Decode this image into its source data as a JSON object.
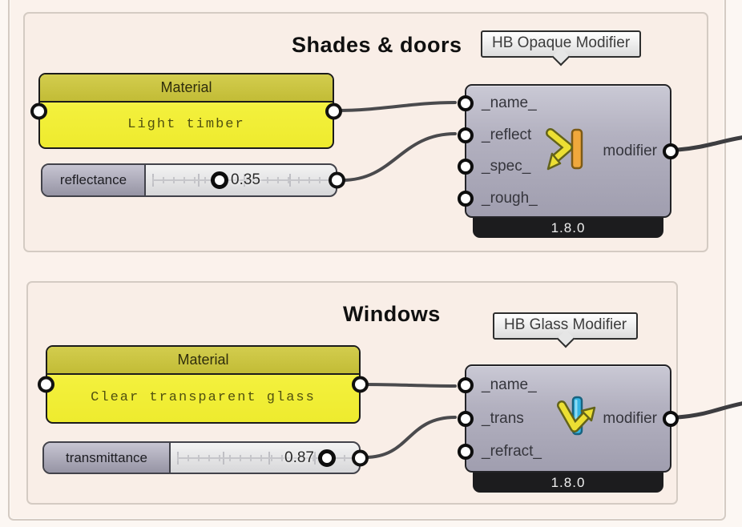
{
  "groups": [
    {
      "title": "Shades & doors",
      "tag": "HB Opaque Modifier",
      "panel": {
        "header": "Material",
        "value": "Light timber"
      },
      "slider": {
        "label": "reflectance",
        "value": "0.35"
      },
      "component": {
        "inputs": [
          "_name_",
          "_reflect",
          "_spec_",
          "_rough_"
        ],
        "output": "modifier",
        "version": "1.8.0",
        "icon": "opaque-arrow-bounce-wall-icon"
      }
    },
    {
      "title": "Windows",
      "tag": "HB Glass Modifier",
      "panel": {
        "header": "Material",
        "value": "Clear transparent glass"
      },
      "slider": {
        "label": "transmittance",
        "value": "0.87"
      },
      "component": {
        "inputs": [
          "_name_",
          "_trans",
          "_refract_"
        ],
        "output": "modifier",
        "version": "1.8.0",
        "icon": "glass-arrow-through-icon"
      }
    }
  ],
  "colors": {
    "canvas": "#fcf7f3",
    "group_fill": "#f9eee7",
    "group_border": "#d4cbc3",
    "panel_header": "#c9c340",
    "panel_body": "#f1ee38",
    "component_gray": "#b3b1c0",
    "version_bar": "#1c1c1e",
    "wire": "#4a4a4d",
    "icon_yellow": "#ecdf33",
    "icon_orange": "#f0a83c",
    "icon_blue": "#35b5e5"
  }
}
